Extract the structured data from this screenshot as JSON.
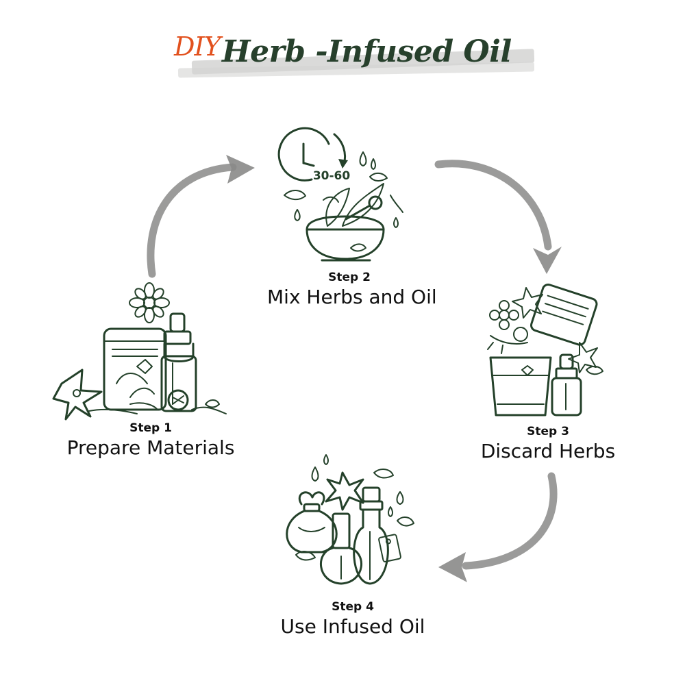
{
  "title": {
    "prefix": "DIY",
    "main": "Herb -Infused Oil"
  },
  "icon_text": {
    "timer": "30-60"
  },
  "steps": [
    {
      "number": "Step 1",
      "name": "Prepare Materials"
    },
    {
      "number": "Step 2",
      "name": "Mix Herbs and Oil"
    },
    {
      "number": "Step 3",
      "name": "Discard Herbs"
    },
    {
      "number": "Step 4",
      "name": "Use Infused Oil"
    }
  ],
  "colors": {
    "ink": "#24412a",
    "accent": "#e2511e",
    "arrow": "#8a8a88"
  },
  "icons": [
    "clock-icon",
    "mortar-bowl-icon",
    "jar-bottle-flower-icon",
    "glass-dropper-icon",
    "herb-pouch-bottles-icon"
  ]
}
